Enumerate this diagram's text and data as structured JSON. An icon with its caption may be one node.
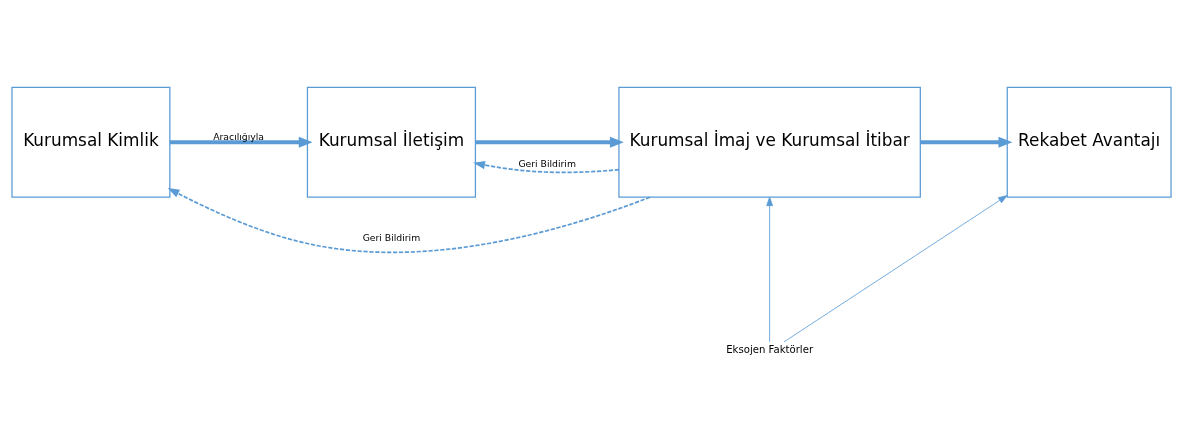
{
  "diagram": {
    "nodes": [
      {
        "text": [
          "Kurumsal Kimlik"
        ]
      },
      {
        "text": [
          "Kurumsal İletişim"
        ]
      },
      {
        "text": [
          "Kurumsal İmaj ve Kurumsal İtibar"
        ]
      },
      {
        "text": [
          "Rekabet Avantajı"
        ]
      },
      {
        "text": [
          "Eksojen Faktörler"
        ]
      }
    ],
    "edges": [
      {
        "from": 0,
        "to": 1,
        "arrow": "to",
        "label": "Aracılığıyla",
        "style": "thick"
      },
      {
        "from": 1,
        "to": 2,
        "arrow": "to",
        "style": "thick"
      },
      {
        "from": 2,
        "to": 3,
        "arrow": "to",
        "style": "thick"
      },
      {
        "from": 2,
        "to": 0,
        "arrow": "to",
        "label": "Geri Bildirim",
        "style": "dashed"
      },
      {
        "from": 2,
        "to": 1,
        "arrow": "to",
        "label": "Geri Bildirim",
        "style": "dashed"
      },
      {
        "from": 4,
        "to": 2,
        "arrow": "to"
      },
      {
        "from": 4,
        "to": 3,
        "arrow": "to"
      }
    ]
  }
}
